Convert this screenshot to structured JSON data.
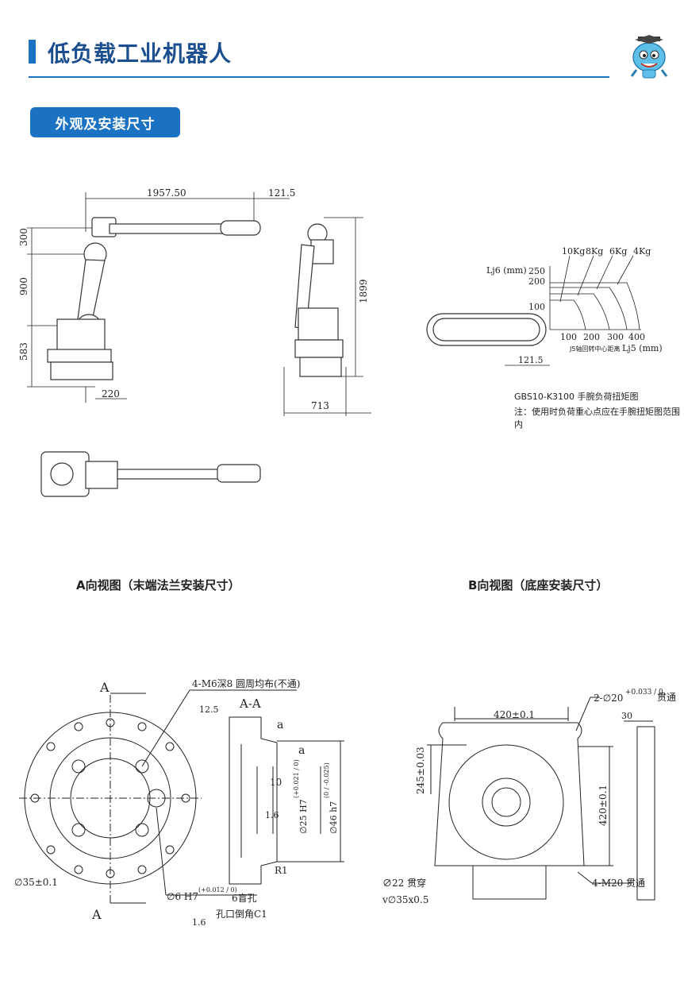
{
  "header": {
    "title": "低负载工业机器人",
    "section_label": "外观及安装尺寸"
  },
  "side_view": {
    "dim_reach": "1957.50",
    "dim_wrist": "121.5",
    "dim_300": "300",
    "dim_900": "900",
    "dim_583": "583",
    "dim_220": "220"
  },
  "front_view": {
    "dim_height": "1899",
    "dim_width": "713"
  },
  "payload_chart": {
    "ylabel": "Lj6 (mm)",
    "xlabel": "Lj5 (mm)",
    "xlabel_note": "J5轴回转中心距离",
    "load_labels": [
      "10Kg",
      "8Kg",
      "6Kg",
      "4Kg"
    ],
    "y_ticks": [
      "250",
      "200",
      "100"
    ],
    "x_ticks": [
      "100",
      "200",
      "300",
      "400"
    ],
    "dim_offset": "121.5",
    "caption_1": "GBS10-K3100 手腕负荷扭矩图",
    "caption_2": "注：使用时负荷重心点应在手腕扭矩图范围内"
  },
  "captions": {
    "view_a": "A向视图（末端法兰安装尺寸）",
    "view_b": "B向视图（底座安装尺寸）"
  },
  "flange": {
    "section_letter_top": "A",
    "section_letter_bottom": "A",
    "section_title": "A-A",
    "hole_note": "4-M6深8  圆周均布(不通)",
    "roughness_1": "12.5",
    "roughness_2": "1.6",
    "roughness_3": "1.6",
    "flatness": "a",
    "flatness_2": "a",
    "dim_10": "10",
    "dim_d25": "∅25 H7",
    "dim_d25_tol": "(+0.021 / 0)",
    "dim_d46": "∅46 h7",
    "dim_d46_tol": "(0 / -0.025)",
    "dim_d35": "∅35±0.1",
    "dim_d6": "∅6 H7",
    "dim_d6_tol": "(+0.012 / 0)",
    "pin_note": "6盲孔",
    "chamfer_note": "孔口倒角C1",
    "radius": "R1"
  },
  "base": {
    "dim_420_top": "420±0.1",
    "dim_245": "245±0.03",
    "dim_420_side": "420±0.1",
    "pin_note": "2-∅20",
    "pin_tol": "+0.033 / 0",
    "pin_through": "贯通",
    "dim_30": "30",
    "bolt_note": "4-M20  贯通",
    "hole_22": "∅22  贯穿",
    "counterbore": "v∅35x0.5"
  }
}
